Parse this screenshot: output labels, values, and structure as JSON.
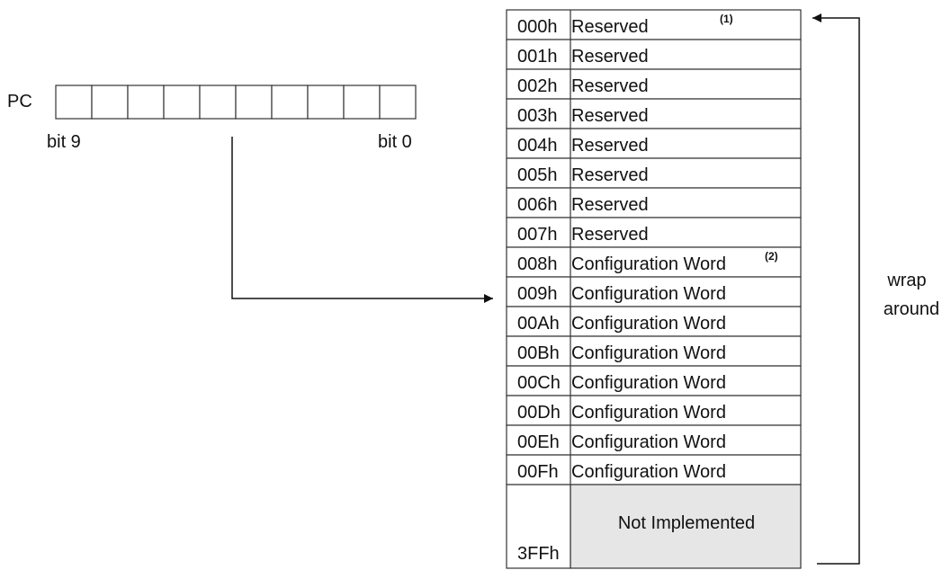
{
  "pc": {
    "label": "PC",
    "bits": 10,
    "msb_label": "bit 9",
    "lsb_label": "bit 0"
  },
  "memory": {
    "rows": [
      {
        "addr": "000h",
        "desc": "Reserved",
        "note": "(1)"
      },
      {
        "addr": "001h",
        "desc": "Reserved"
      },
      {
        "addr": "002h",
        "desc": "Reserved"
      },
      {
        "addr": "003h",
        "desc": "Reserved"
      },
      {
        "addr": "004h",
        "desc": "Reserved"
      },
      {
        "addr": "005h",
        "desc": "Reserved"
      },
      {
        "addr": "006h",
        "desc": "Reserved"
      },
      {
        "addr": "007h",
        "desc": "Reserved"
      },
      {
        "addr": "008h",
        "desc": "Configuration Word",
        "note": "(2)"
      },
      {
        "addr": "009h",
        "desc": "Configuration Word"
      },
      {
        "addr": "00Ah",
        "desc": "Configuration Word"
      },
      {
        "addr": "00Bh",
        "desc": "Configuration Word"
      },
      {
        "addr": "00Ch",
        "desc": "Configuration Word"
      },
      {
        "addr": "00Dh",
        "desc": "Configuration Word"
      },
      {
        "addr": "00Eh",
        "desc": "Configuration Word"
      },
      {
        "addr": "00Fh",
        "desc": "Configuration Word"
      }
    ],
    "unimplemented": {
      "end_addr": "3FFh",
      "label": "Not Implemented"
    }
  },
  "wrap": {
    "line1": "wrap",
    "line2": "around"
  },
  "colors": {
    "border": "#333333",
    "unimplemented_fill": "#e6e6e6",
    "text": "#111111"
  }
}
